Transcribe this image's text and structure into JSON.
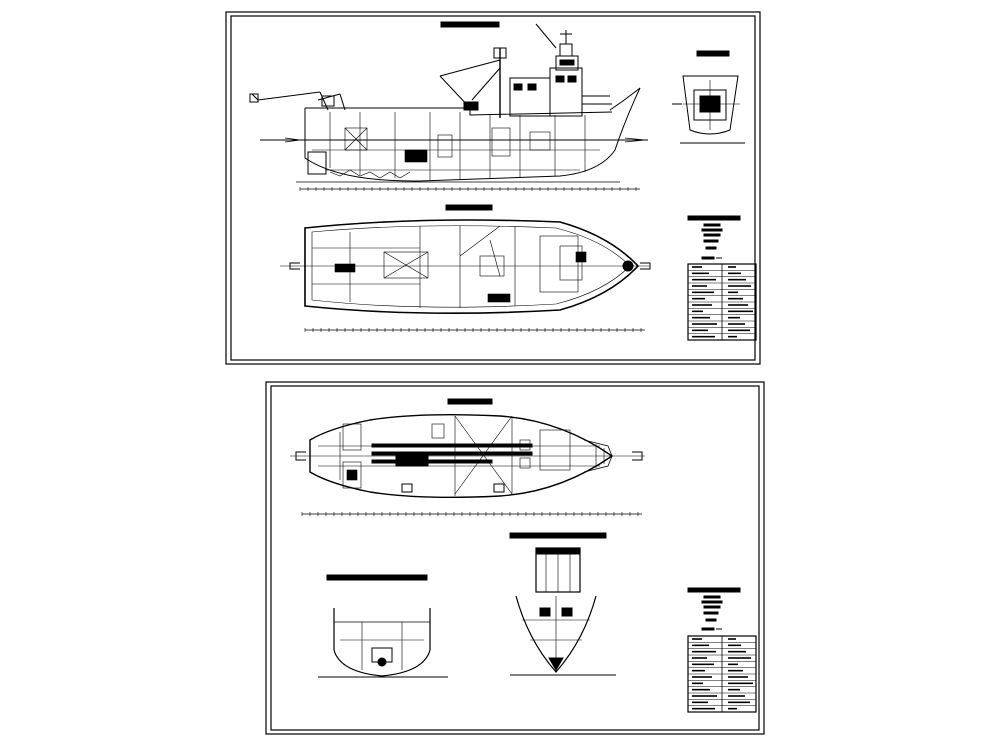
{
  "sheets": [
    {
      "id": "sheet-1",
      "views": [
        "profile",
        "deck-plan",
        "front-elevation",
        "title-block",
        "parts-list"
      ]
    },
    {
      "id": "sheet-2",
      "views": [
        "hull-plan",
        "midship-section",
        "bow-section",
        "title-block",
        "parts-list"
      ]
    }
  ],
  "parts_list_rows": 12,
  "colors": {
    "line": "#000000",
    "paper": "#ffffff"
  }
}
